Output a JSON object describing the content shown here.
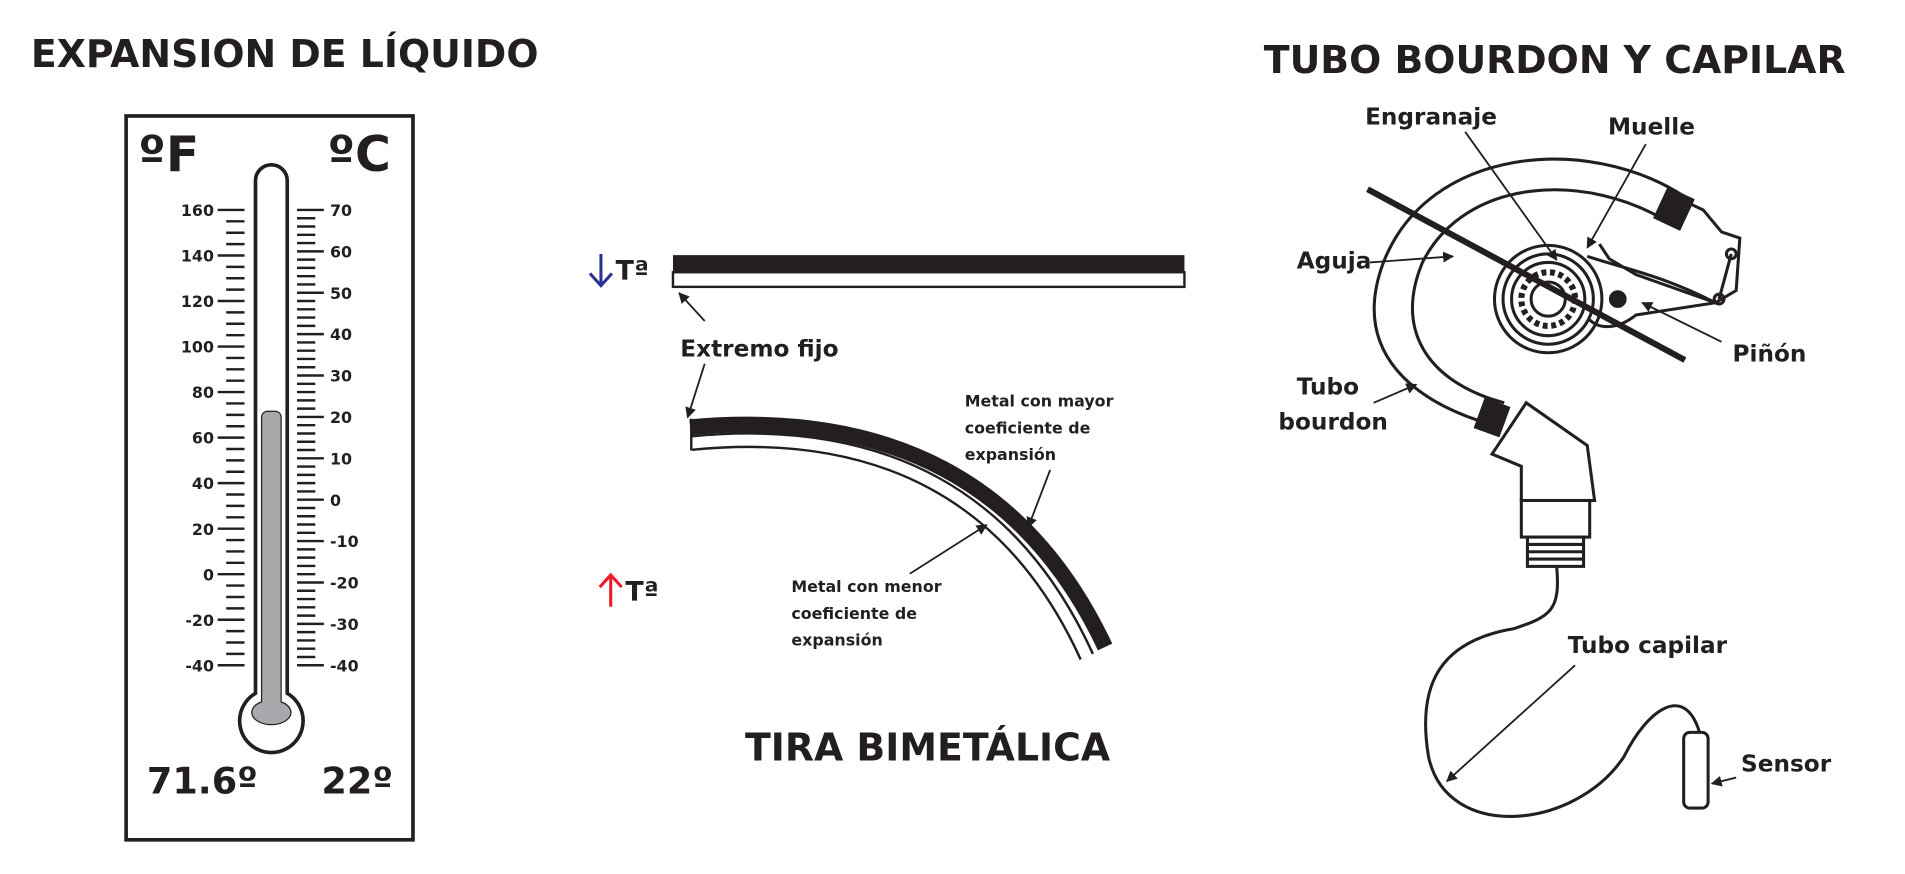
{
  "liquid_expansion": {
    "title": "EXPANSION DE LÍQUIDO",
    "unit_f": "ºF",
    "unit_c": "ºC",
    "scale_f": [
      "160",
      "140",
      "120",
      "100",
      "80",
      "60",
      "40",
      "20",
      "0",
      "-20",
      "-40"
    ],
    "scale_c": [
      "70",
      "60",
      "50",
      "40",
      "30",
      "20",
      "10",
      "0",
      "-10",
      "-20",
      "-30",
      "-40"
    ],
    "reading_f_value": 71.6,
    "reading_f": "71.6º",
    "reading_c": "22º",
    "fill_color": "#a7a9ac"
  },
  "bimetal": {
    "title": "TIRA BIMETÁLICA",
    "cold_label": "Tª",
    "hot_label": "Tª",
    "cold_arrow_color": "#2e3192",
    "hot_arrow_color": "#ed1c24",
    "fixed_end": "Extremo fijo",
    "high_coef": [
      "Metal con mayor",
      "coeficiente de",
      "expansión"
    ],
    "low_coef": [
      "Metal con menor",
      "coeficiente de",
      "expansión"
    ]
  },
  "bourdon": {
    "title": "TUBO BOURDON Y CAPILAR",
    "gear": "Engranaje",
    "spring": "Muelle",
    "needle": "Aguja",
    "pinion": "Piñón",
    "tube_line1": "Tubo",
    "tube_line2": "bourdon",
    "capillary": "Tubo capilar",
    "sensor": "Sensor"
  }
}
